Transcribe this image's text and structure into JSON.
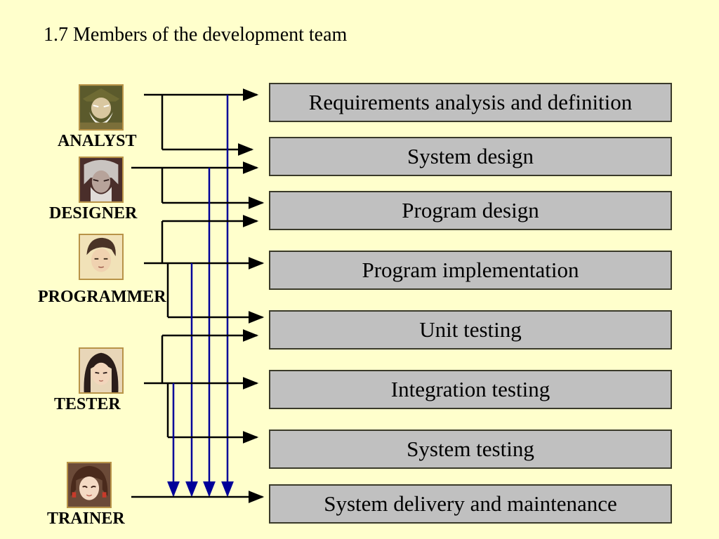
{
  "slide": {
    "title": "1.7 Members of the development team"
  },
  "roles": [
    {
      "id": "analyst",
      "label": "ANALYST",
      "icon": "elder-sage-portrait-icon"
    },
    {
      "id": "designer",
      "label": "DESIGNER",
      "icon": "white-haired-warrior-portrait-icon"
    },
    {
      "id": "programmer",
      "label": "PROGRAMMER",
      "icon": "young-man-portrait-icon"
    },
    {
      "id": "tester",
      "label": "TESTER",
      "icon": "dark-haired-woman-portrait-icon"
    },
    {
      "id": "trainer",
      "label": "TRAINER",
      "icon": "young-girl-portrait-icon"
    }
  ],
  "tasks": [
    {
      "id": "requirements",
      "label": "Requirements analysis and definition"
    },
    {
      "id": "system-design",
      "label": "System design"
    },
    {
      "id": "program-design",
      "label": "Program design"
    },
    {
      "id": "implementation",
      "label": "Program implementation"
    },
    {
      "id": "unit-testing",
      "label": "Unit testing"
    },
    {
      "id": "integration-testing",
      "label": "Integration testing"
    },
    {
      "id": "system-testing",
      "label": "System testing"
    },
    {
      "id": "delivery",
      "label": "System delivery and maintenance"
    }
  ],
  "assignments": [
    {
      "role": "analyst",
      "tasks": [
        "requirements",
        "system-design",
        "delivery"
      ]
    },
    {
      "role": "designer",
      "tasks": [
        "system-design",
        "program-design",
        "delivery"
      ]
    },
    {
      "role": "programmer",
      "tasks": [
        "program-design",
        "implementation",
        "unit-testing",
        "delivery"
      ]
    },
    {
      "role": "tester",
      "tasks": [
        "unit-testing",
        "integration-testing",
        "system-testing",
        "delivery"
      ]
    },
    {
      "role": "trainer",
      "tasks": [
        "delivery"
      ]
    }
  ],
  "colors": {
    "background": "#ffffcc",
    "task_box": "#c0c0c0",
    "line_black": "#000000",
    "line_blue": "#000099"
  }
}
